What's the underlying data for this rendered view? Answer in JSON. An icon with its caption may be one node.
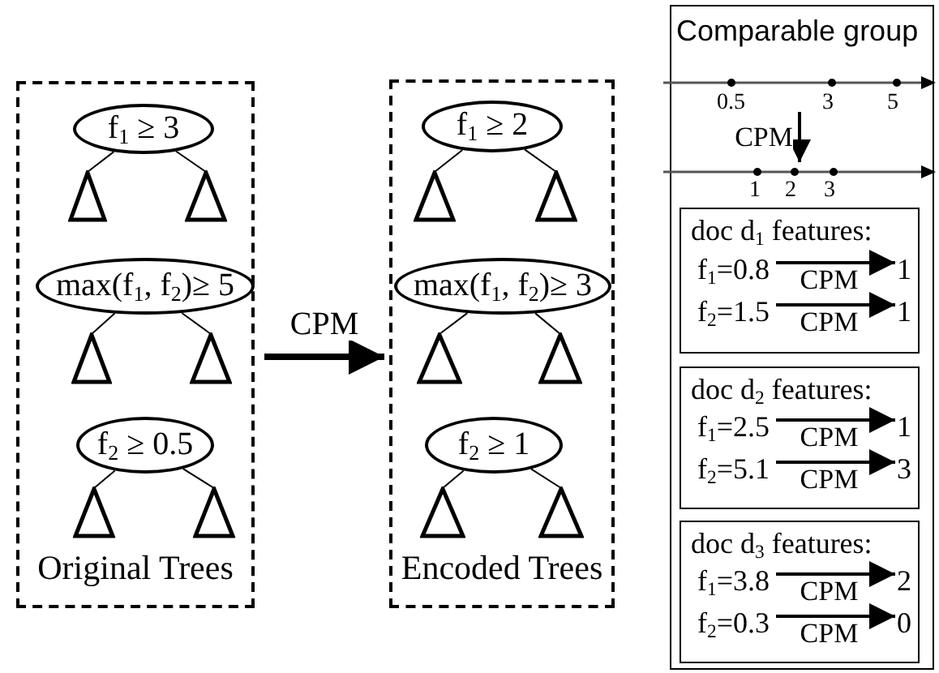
{
  "diagram": {
    "nodes": [
      {
        "text": [
          "Original Trees"
        ]
      },
      {
        "text": [
          "f$_{1}$ ≥ 3"
        ],
        "in": 0
      },
      {
        "text": [],
        "shape": "triangle",
        "in": 0
      },
      {
        "text": [],
        "shape": "triangle",
        "in": 0
      },
      {
        "text": [
          "max(f$_{1}$, f$_{2}$)≥ 5"
        ],
        "in": 0
      },
      {
        "text": [],
        "shape": "triangle",
        "in": 0
      },
      {
        "text": [],
        "shape": "triangle",
        "in": 0
      },
      {
        "text": [
          "f$_{2}$ ≥ 0.5"
        ],
        "in": 0
      },
      {
        "text": [],
        "shape": "triangle",
        "in": 0
      },
      {
        "text": [],
        "shape": "triangle",
        "in": 0
      },
      {
        "text": [
          "Encoded Trees"
        ]
      },
      {
        "text": [
          "f$_{1}$ ≥ 2"
        ],
        "in": 10
      },
      {
        "text": [],
        "shape": "triangle",
        "in": 10
      },
      {
        "text": [],
        "shape": "triangle",
        "in": 10
      },
      {
        "text": [
          "max(f$_{1}$, f$_{2}$)≥ 3"
        ],
        "in": 10
      },
      {
        "text": [],
        "shape": "triangle",
        "in": 10
      },
      {
        "text": [],
        "shape": "triangle",
        "in": 10
      },
      {
        "text": [
          "f$_{2}$ ≥ 1"
        ],
        "in": 10
      },
      {
        "text": [],
        "shape": "triangle",
        "in": 10
      },
      {
        "text": [],
        "shape": "triangle",
        "in": 10
      },
      {
        "text": [
          "Comparable group"
        ]
      },
      {
        "text": [],
        "shape": "line",
        "in": 20
      },
      {
        "text": [],
        "shape": "line",
        "in": 20
      },
      {
        "text": [
          "doc d$_{1}$ features:"
        ],
        "in": 20
      },
      {
        "text": [
          "f$_{1}$=0.8"
        ],
        "in": 23
      },
      {
        "text": [
          "1"
        ],
        "in": 23
      },
      {
        "text": [
          "f$_{2}$=1.5"
        ],
        "in": 23
      },
      {
        "text": [
          "1"
        ],
        "in": 23
      },
      {
        "text": [
          "doc d$_{2}$ features:"
        ],
        "in": 20
      },
      {
        "text": [
          "f$_{1}$=2.5"
        ],
        "in": 28
      },
      {
        "text": [
          "1"
        ],
        "in": 28
      },
      {
        "text": [
          "f$_{2}$=5.1"
        ],
        "in": 28
      },
      {
        "text": [
          "3"
        ],
        "in": 28
      },
      {
        "text": [
          "doc d$_{3}$ features:"
        ],
        "in": 20
      },
      {
        "text": [
          "f$_{1}$=3.8"
        ],
        "in": 33
      },
      {
        "text": [
          "2"
        ],
        "in": 33
      },
      {
        "text": [
          "f$_{2}$=0.3"
        ],
        "in": 33
      },
      {
        "text": [
          "0"
        ],
        "in": 33
      }
    ],
    "edges": [
      {
        "from": 0,
        "to": 10,
        "arrow": "to",
        "label": "CPM",
        "style": "thick"
      },
      {
        "from": 1,
        "to": 2,
        "arrow": "none"
      },
      {
        "from": 1,
        "to": 3,
        "arrow": "none"
      },
      {
        "from": 4,
        "to": 5,
        "arrow": "none"
      },
      {
        "from": 4,
        "to": 6,
        "arrow": "none"
      },
      {
        "from": 7,
        "to": 8,
        "arrow": "none"
      },
      {
        "from": 7,
        "to": 9,
        "arrow": "none"
      },
      {
        "from": 11,
        "to": 12,
        "arrow": "none"
      },
      {
        "from": 11,
        "to": 13,
        "arrow": "none"
      },
      {
        "from": 14,
        "to": 15,
        "arrow": "none"
      },
      {
        "from": 14,
        "to": 16,
        "arrow": "none"
      },
      {
        "from": 17,
        "to": 18,
        "arrow": "none"
      },
      {
        "from": 17,
        "to": 19,
        "arrow": "none"
      },
      {
        "from": 21,
        "to": 22,
        "arrow": "to",
        "label": "CPM"
      },
      {
        "from": 24,
        "to": 25,
        "arrow": "to",
        "label": "CPM"
      },
      {
        "from": 26,
        "to": 27,
        "arrow": "to",
        "label": "CPM"
      },
      {
        "from": 29,
        "to": 30,
        "arrow": "to",
        "label": "CPM"
      },
      {
        "from": 31,
        "to": 32,
        "arrow": "to",
        "label": "CPM"
      },
      {
        "from": 34,
        "to": 35,
        "arrow": "to",
        "label": "CPM"
      },
      {
        "from": 36,
        "to": 37,
        "arrow": "to",
        "label": "CPM"
      }
    ],
    "labels": [
      "0.5",
      "3",
      "5",
      "1",
      "2",
      "3"
    ]
  }
}
